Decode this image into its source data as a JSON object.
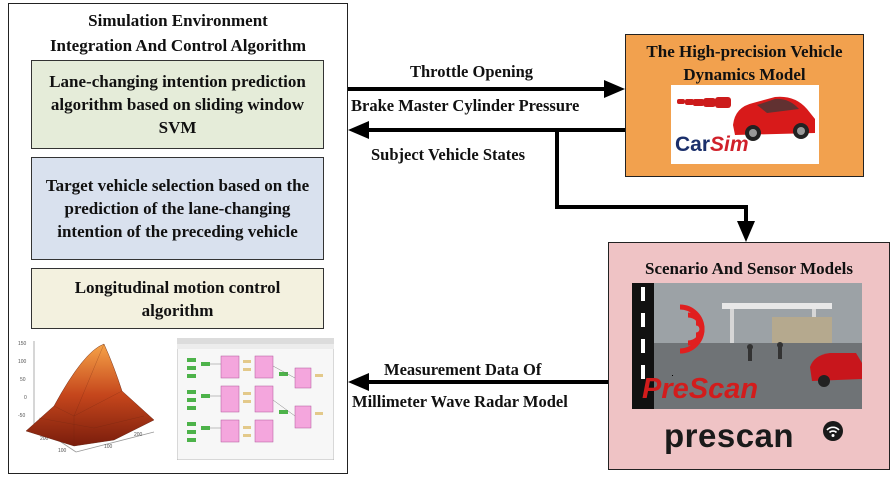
{
  "left_panel": {
    "title_line1": "Simulation Environment",
    "title_line2": "Integration And Control Algorithm",
    "block1_text": "Lane-changing intention prediction algorithm based on sliding window SVM",
    "block2_text": "Target vehicle selection based on the prediction of the lane-changing intention of the preceding vehicle",
    "block3_text": "Longitudinal motion control algorithm"
  },
  "vehicle_model": {
    "title_line1": "The High-precision Vehicle",
    "title_line2": "Dynamics Model",
    "logo_part1": "Car",
    "logo_part2": "Sim"
  },
  "scenario_model": {
    "title": "Scenario And Sensor Models",
    "screen_logo": "PreScan",
    "brand_logo": "prescan"
  },
  "arrows": {
    "throttle": "Throttle Opening",
    "brake": "Brake Master Cylinder Pressure",
    "states": "Subject Vehicle States",
    "measurement_line1": "Measurement Data Of",
    "measurement_line2": "Millimeter Wave Radar Model"
  },
  "colors": {
    "block1": "#e5ecd9",
    "block2": "#d9e1ee",
    "block3": "#f3f1df",
    "vehicle_model_bg": "#f2a14e",
    "scenario_bg": "#efc3c5"
  }
}
